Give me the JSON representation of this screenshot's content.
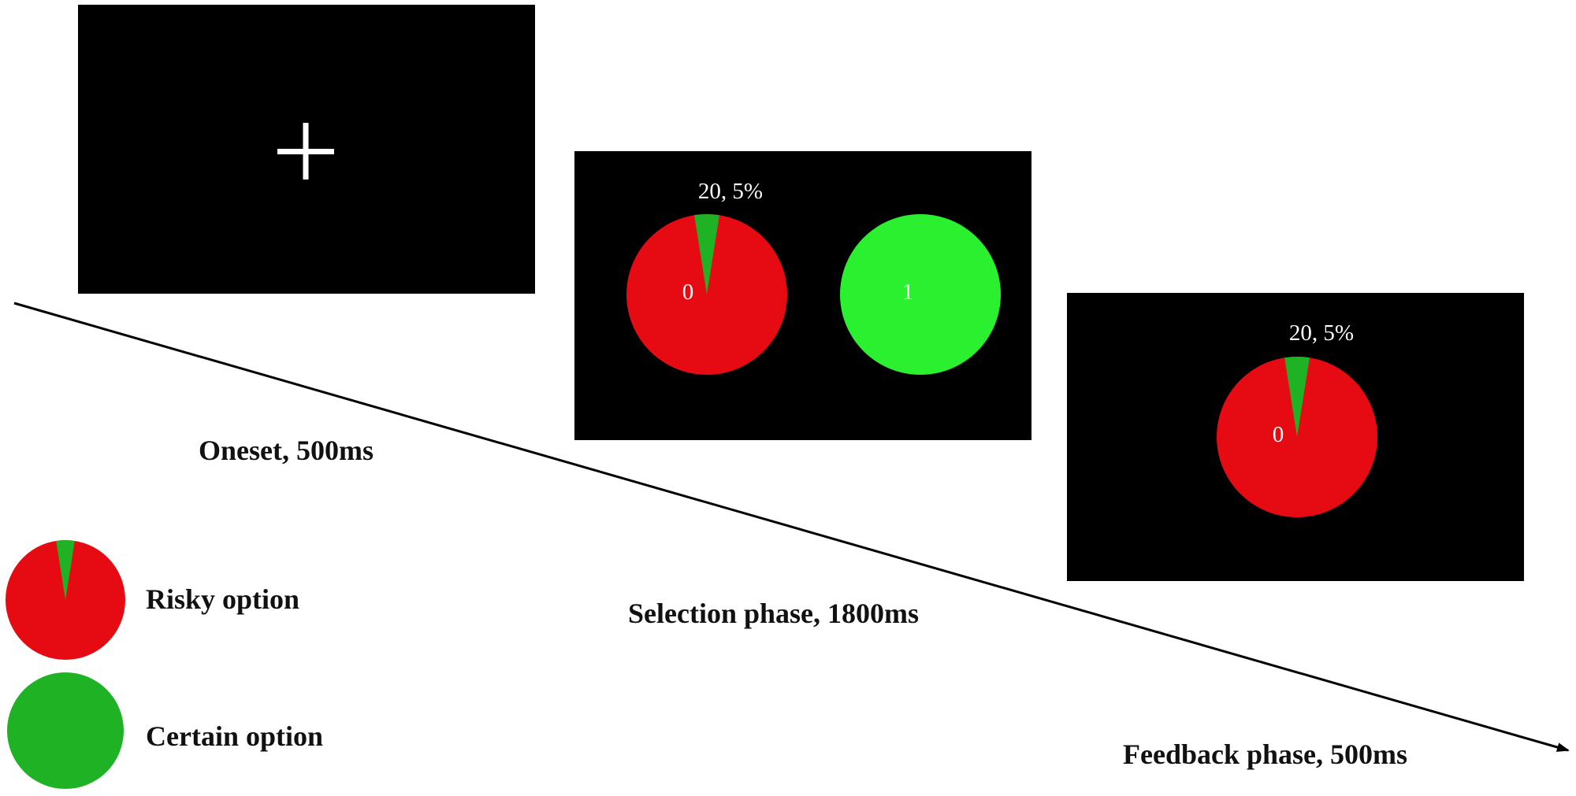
{
  "colors": {
    "screen_bg": "#000000",
    "fixation": "#ffffff",
    "risky_loss": "#e60a12",
    "risky_win_slice": "#1fb225",
    "certain_bright": "#2af02f",
    "certain_legend": "#1fb225",
    "arrow": "#000000"
  },
  "timeline": {
    "onset_label": "Oneset, 500ms",
    "selection_label": "Selection phase, 1800ms",
    "feedback_label": "Feedback phase, 500ms"
  },
  "screens": {
    "onset": {
      "fixation_icon": "plus-cross"
    },
    "selection": {
      "risky": {
        "win_label": "20, 5%",
        "loss_value": "0",
        "win_probability": 0.05
      },
      "certain": {
        "value": "1"
      }
    },
    "feedback": {
      "risky": {
        "win_label": "20, 5%",
        "loss_value": "0",
        "win_probability": 0.05
      }
    }
  },
  "legend": {
    "risky_label": "Risky option",
    "certain_label": "Certain option",
    "risky_win_probability": 0.05
  }
}
